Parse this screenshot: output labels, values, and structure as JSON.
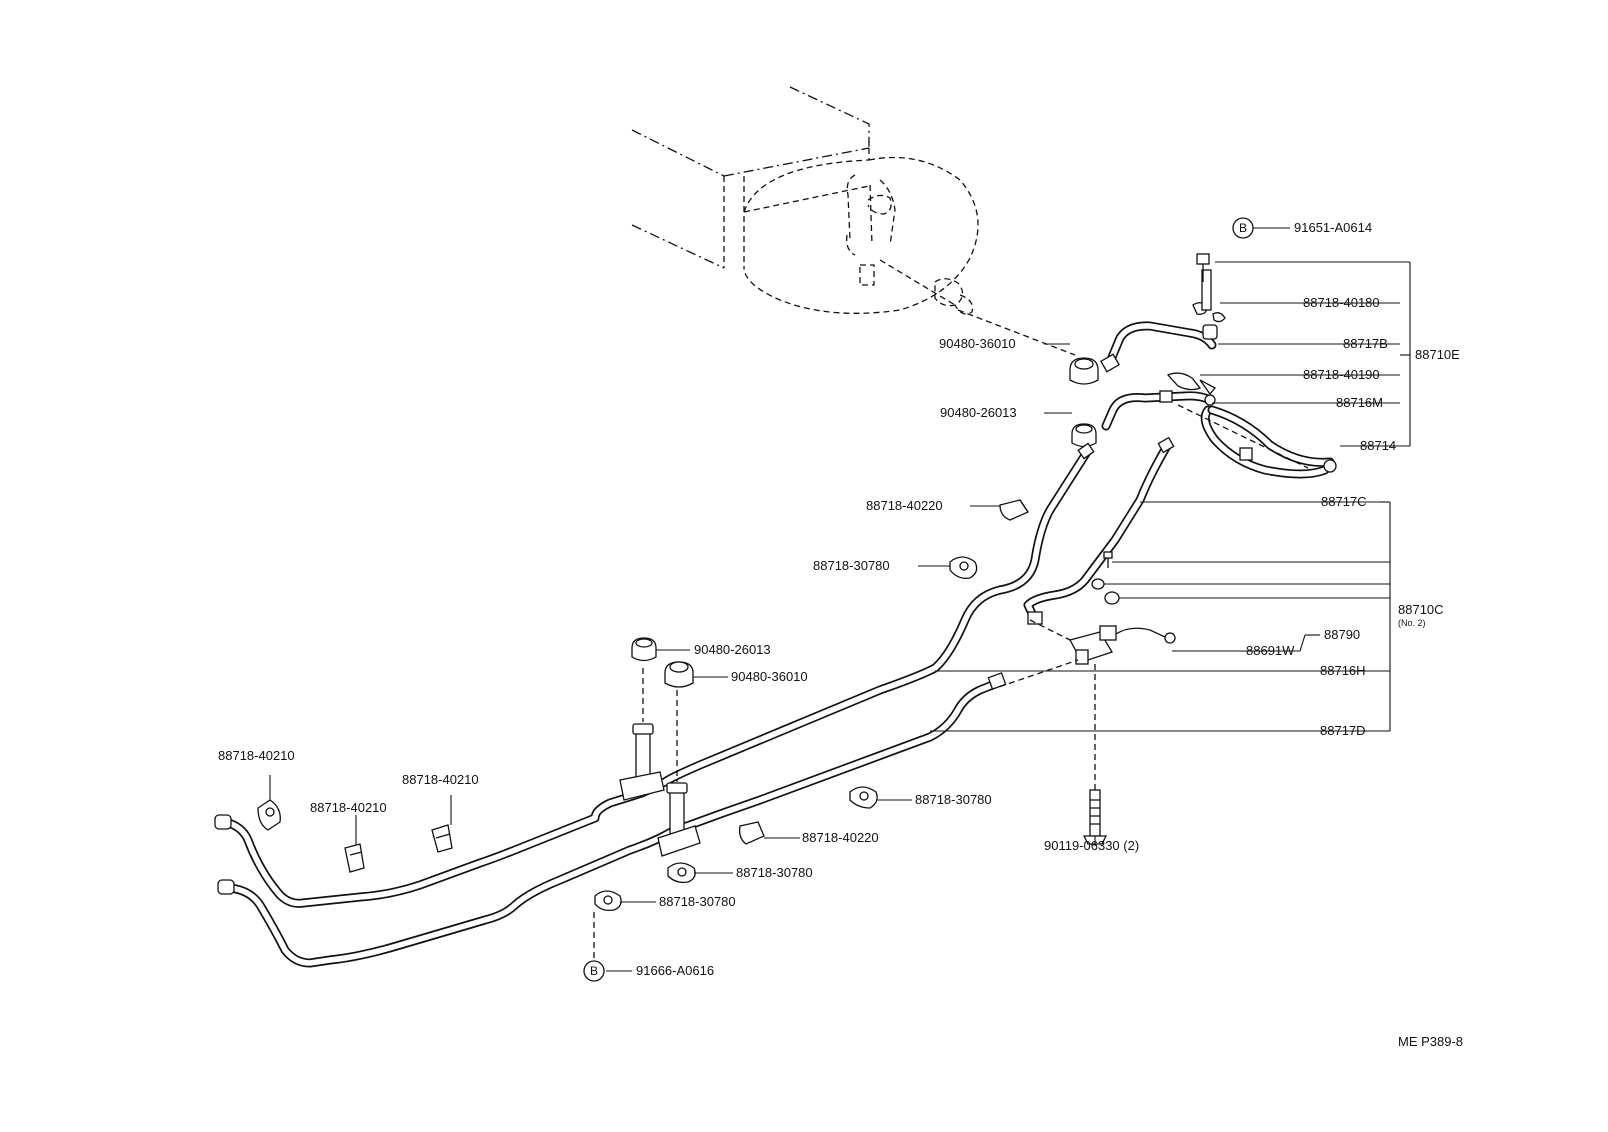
{
  "labels": {
    "p91651": "91651-A0614",
    "p88718_40180": "88718-40180",
    "p88717B": "88717B",
    "p88710E": "88710E",
    "p88718_40190": "88718-40190",
    "p88716M": "88716M",
    "p88714": "88714",
    "p90480_36010_top": "90480-36010",
    "p90480_26013_top": "90480-26013",
    "p88718_40220_top": "88718-40220",
    "p88718_30780_top": "88718-30780",
    "p88717C": "88717C",
    "p88710C": "88710C",
    "p88710C_sub": "(No. 2)",
    "p88790": "88790",
    "p88691W": "88691W",
    "p88716H": "88716H",
    "p88717D": "88717D",
    "p90480_26013_mid": "90480-26013",
    "p90480_36010_mid": "90480-36010",
    "p88718_40210_a": "88718-40210",
    "p88718_40210_b": "88718-40210",
    "p88718_40210_c": "88718-40210",
    "p88718_30780_r": "88718-30780",
    "p88718_40220_b": "88718-40220",
    "p88718_30780_b1": "88718-30780",
    "p88718_30780_b2": "88718-30780",
    "p91666": "91666-A0616",
    "p90119": "90119-06330 (2)"
  },
  "markers": {
    "b_top": "B",
    "b_bottom": "B"
  },
  "footer": {
    "code": "ME P389-8"
  }
}
